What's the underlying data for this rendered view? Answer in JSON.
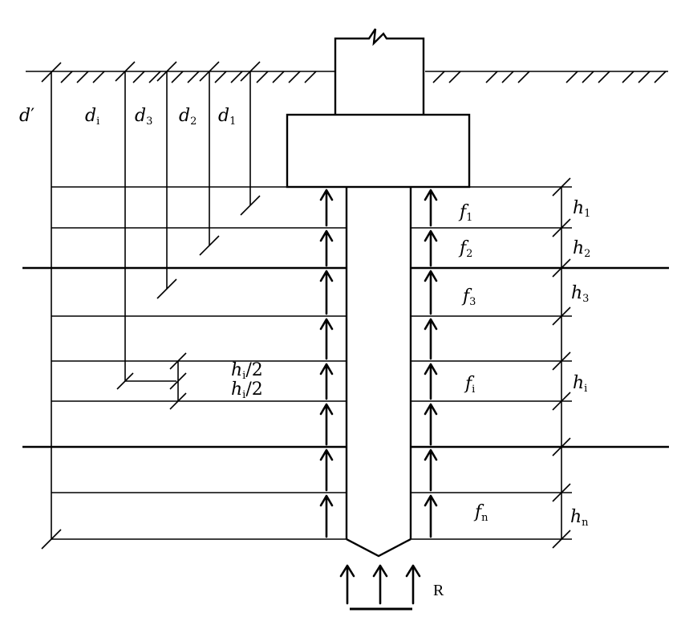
{
  "labels": {
    "d_prime": {
      "main": "d",
      "mark": "′"
    },
    "d_i": {
      "main": "d",
      "sub": "i"
    },
    "d_3": {
      "main": "d",
      "sub": "3"
    },
    "d_2": {
      "main": "d",
      "sub": "2"
    },
    "d_1": {
      "main": "d",
      "sub": "1"
    },
    "f_1": {
      "main": "f",
      "sub": "1"
    },
    "f_2": {
      "main": "f",
      "sub": "2"
    },
    "f_3": {
      "main": "f",
      "sub": "3"
    },
    "f_i": {
      "main": "f",
      "sub": "i"
    },
    "f_n": {
      "main": "f",
      "sub": "n"
    },
    "h_1": {
      "main": "h",
      "sub": "1"
    },
    "h_2": {
      "main": "h",
      "sub": "2"
    },
    "h_3": {
      "main": "h",
      "sub": "3"
    },
    "h_i": {
      "main": "h",
      "sub": "i"
    },
    "h_n": {
      "main": "h",
      "sub": "n"
    },
    "half_hi_top": {
      "main": "h",
      "sub": "i",
      "tail": "/2"
    },
    "half_hi_bottom": {
      "main": "h",
      "sub": "i",
      "tail": "/2"
    },
    "R": "R"
  }
}
